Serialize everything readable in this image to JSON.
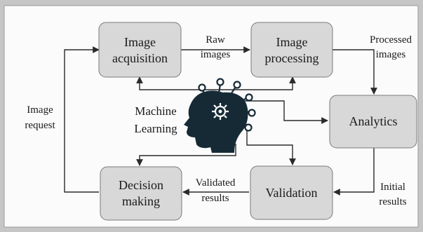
{
  "nodes": {
    "acquisition": [
      "Image",
      "acquisition"
    ],
    "processing": [
      "Image",
      "processing"
    ],
    "analytics": [
      "Analytics"
    ],
    "validation": [
      "Validation"
    ],
    "decision": [
      "Decision",
      "making"
    ],
    "ml": [
      "Machine",
      "Learning"
    ]
  },
  "edges": {
    "raw_images": [
      "Raw",
      "images"
    ],
    "processed_images": [
      "Processed",
      "images"
    ],
    "initial_results": [
      "Initial",
      "results"
    ],
    "validated_results": [
      "Validated",
      "results"
    ],
    "image_request": [
      "Image",
      "request"
    ]
  },
  "colors": {
    "box_fill": "#d8d8d8",
    "box_stroke": "#7a7a7a",
    "panel_fill": "#fbfbfb",
    "line": "#2a2a2a",
    "head_fill": "#162a36"
  },
  "icons": {
    "ml": "brain-gear-head-icon"
  }
}
